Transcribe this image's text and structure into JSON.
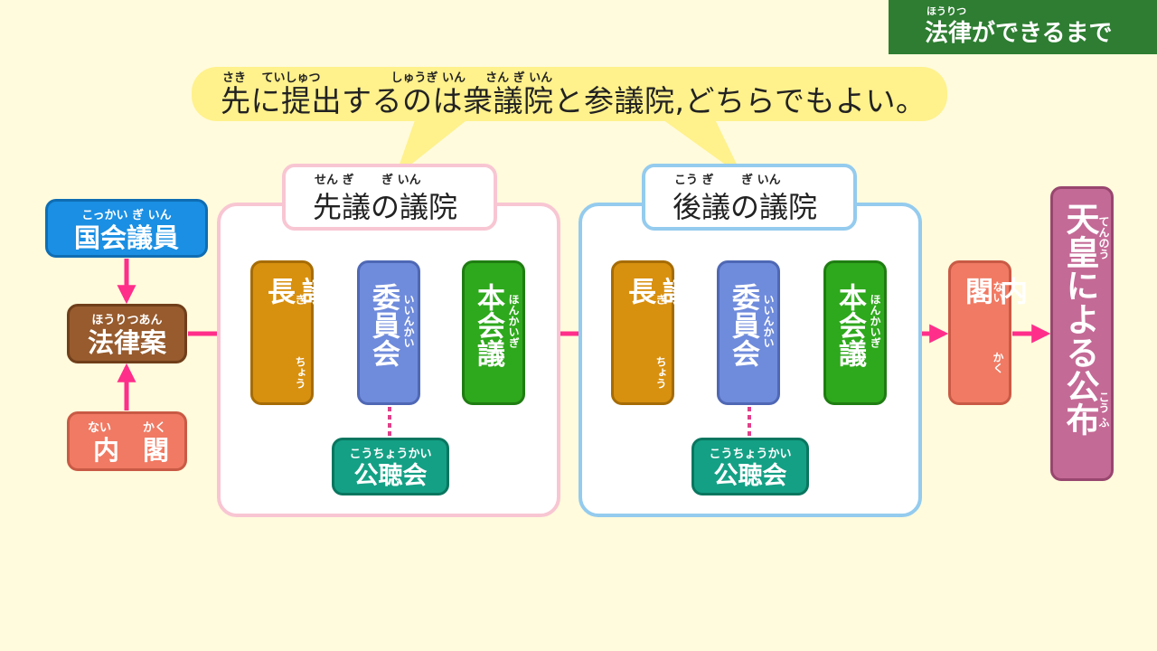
{
  "header": {
    "title": "法律ができるまで",
    "title_ruby": "ほうりつ"
  },
  "bubble": {
    "text": "先に提出するのは衆議院と参議院,どちらでもよい。",
    "ruby": "さき　 ていしゅつ　　　　　　しゅうぎ いん　  さん ぎ いん"
  },
  "houses": {
    "first": {
      "label": "先議の議院",
      "ruby": "せん ぎ　　 ぎ いん"
    },
    "second": {
      "label": "後議の議院",
      "ruby": "こう ぎ　　 ぎ いん"
    }
  },
  "nodes": {
    "diet_members": {
      "label": "国会議員",
      "ruby": "こっかい ぎ いん"
    },
    "bill": {
      "label": "法律案",
      "ruby": "ほうりつあん"
    },
    "cabinet_left": {
      "label": "内閣",
      "ruby": "ない　　  かく"
    },
    "speaker": {
      "label": "議長",
      "ruby1": "ぎ",
      "ruby2": "ちょう"
    },
    "committee": {
      "label": "委員会",
      "ruby": "いいんかい"
    },
    "plenary": {
      "label": "本会議",
      "ruby": "ほんかいぎ"
    },
    "hearing": {
      "label": "公聴会",
      "ruby": "こうちょうかい"
    },
    "cabinet_right": {
      "label": "内閣",
      "ruby1": "ない",
      "ruby2": "かく"
    },
    "promulgation": {
      "label": "天皇による公布",
      "ruby1": "てんのう",
      "ruby2": "こう ふ"
    }
  },
  "colors": {
    "background": "#fffbdc",
    "title_bg": "#2e7d32",
    "bubble": "#fff18c",
    "arrow": "#ff2e8a",
    "first_house_border": "#f8c6d3",
    "second_house_border": "#94cbee",
    "diet_members": "#1a8fe3",
    "bill": "#975b2e",
    "cabinet": "#f07a63",
    "speaker": "#d8900f",
    "committee": "#6f8bdb",
    "plenary": "#2ea81c",
    "hearing": "#14a085",
    "promulgation": "#c46a96"
  }
}
